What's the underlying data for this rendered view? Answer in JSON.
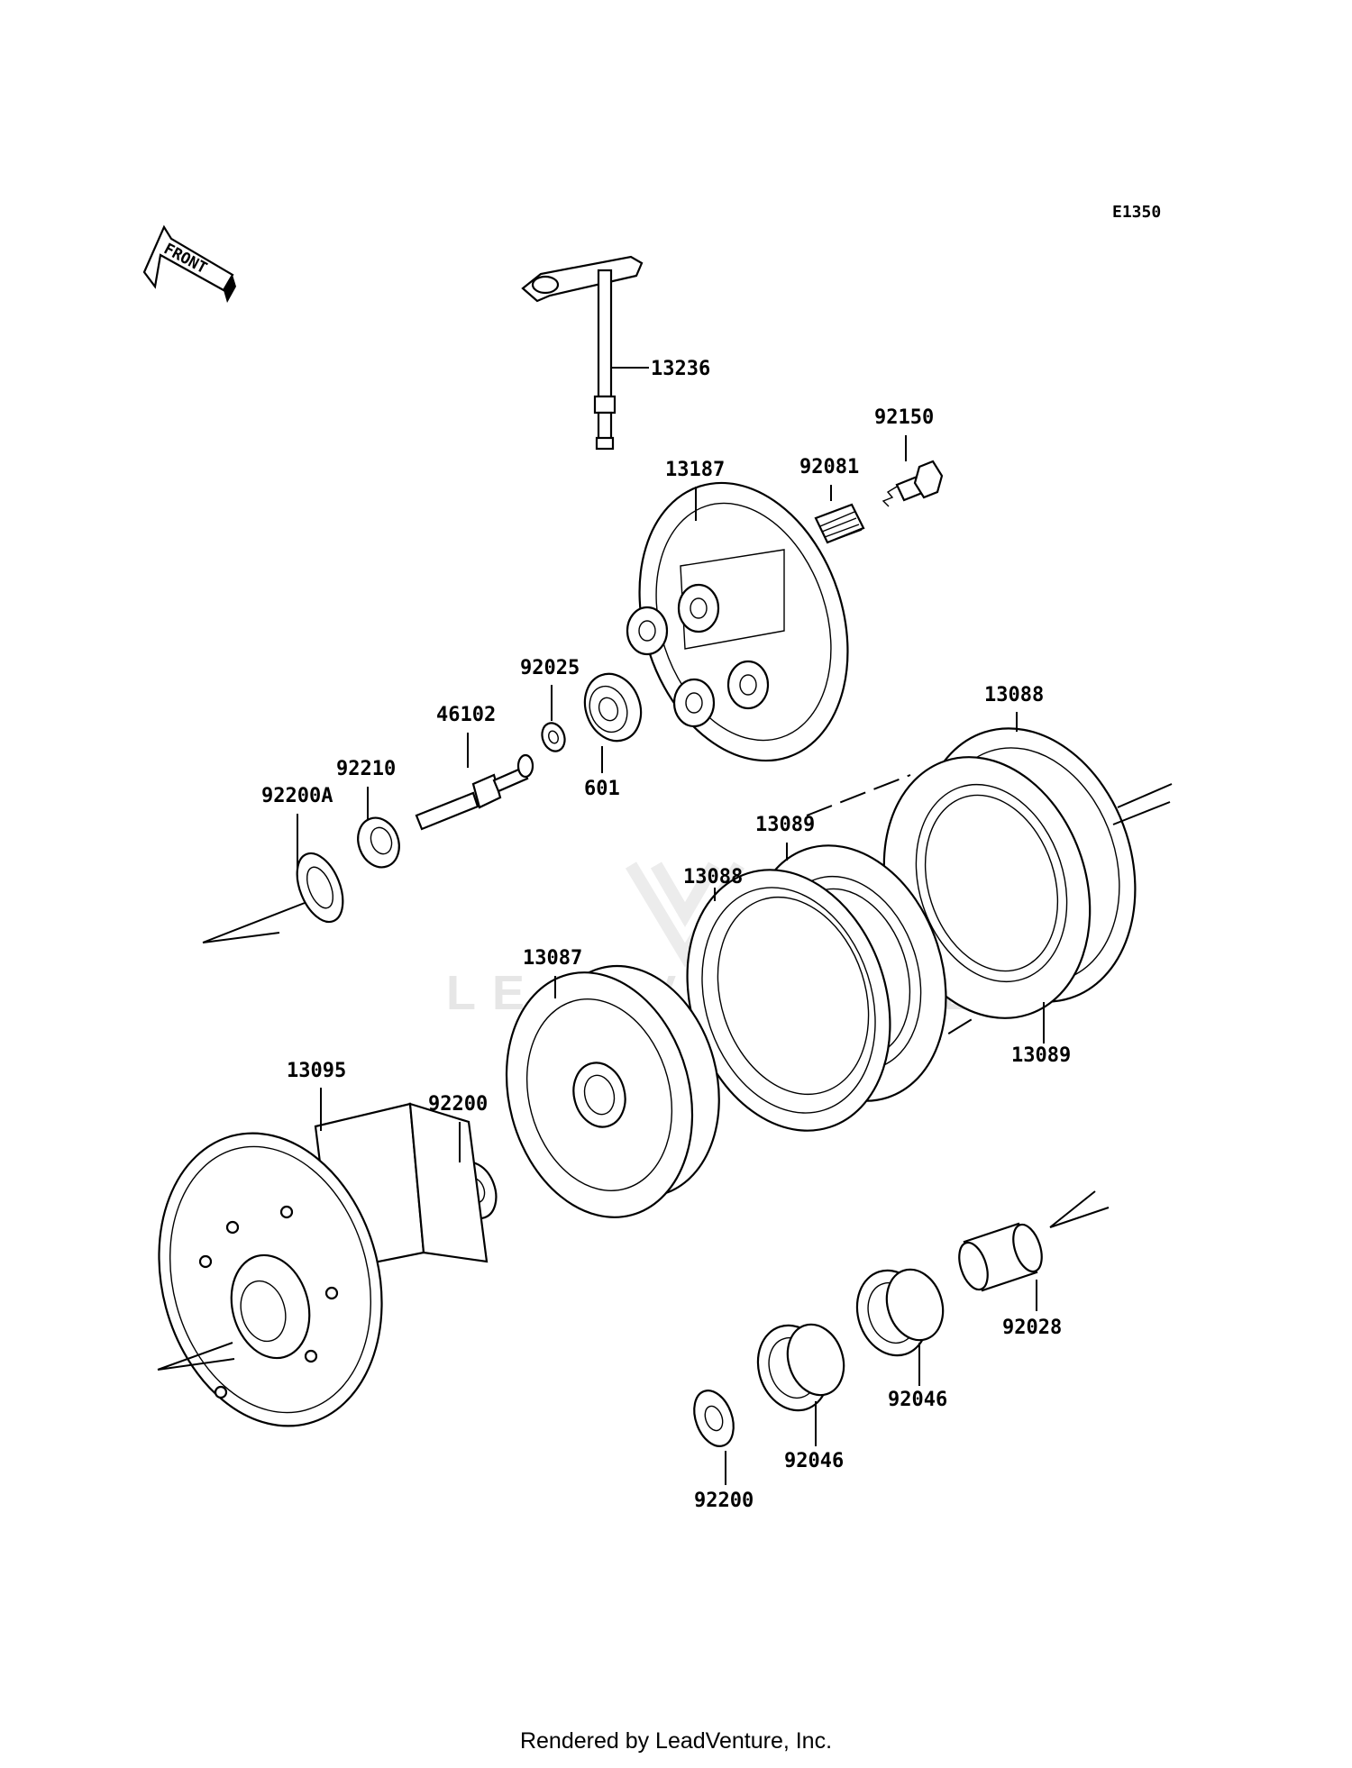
{
  "diagram_code": "E1350",
  "front_label": "FRONT",
  "watermark": "LEADVENTURE",
  "footer": "Rendered by LeadVenture, Inc.",
  "parts": [
    {
      "id": "p13236",
      "number": "13236"
    },
    {
      "id": "p92150",
      "number": "92150"
    },
    {
      "id": "p92081",
      "number": "92081"
    },
    {
      "id": "p13187",
      "number": "13187"
    },
    {
      "id": "p92025",
      "number": "92025"
    },
    {
      "id": "p46102",
      "number": "46102"
    },
    {
      "id": "p92210",
      "number": "92210"
    },
    {
      "id": "p92200A",
      "number": "92200A"
    },
    {
      "id": "p601",
      "number": "601"
    },
    {
      "id": "p13088a",
      "number": "13088"
    },
    {
      "id": "p13088b",
      "number": "13088"
    },
    {
      "id": "p13089a",
      "number": "13089"
    },
    {
      "id": "p13089b",
      "number": "13089"
    },
    {
      "id": "p13087",
      "number": "13087"
    },
    {
      "id": "p13095",
      "number": "13095"
    },
    {
      "id": "p92200a",
      "number": "92200"
    },
    {
      "id": "p92200b",
      "number": "92200"
    },
    {
      "id": "p92028",
      "number": "92028"
    },
    {
      "id": "p92046a",
      "number": "92046"
    },
    {
      "id": "p92046b",
      "number": "92046"
    }
  ]
}
